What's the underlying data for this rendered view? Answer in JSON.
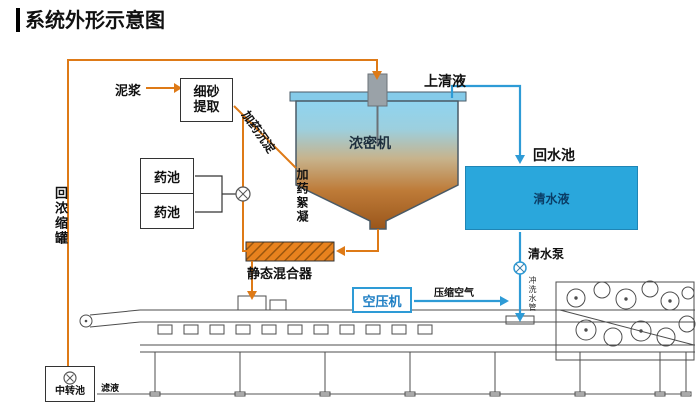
{
  "title": "系统外形示意图",
  "labels": {
    "mud": "泥浆",
    "fine_sand_extraction": "细砂提取",
    "chemical_tanks": [
      "药池",
      "药池"
    ],
    "dosing_sedimentation": "加药沉淀",
    "dosing_flocculation": "加药絮凝",
    "thickener": "浓密机",
    "supernatant": "上清液",
    "return_water_pool": "回水池",
    "clear_water": "清水液",
    "clear_water_pump": "清水泵",
    "flush_water_pipe": "冲洗水管",
    "static_mixer": "静态混合器",
    "air_compressor": "空压机",
    "compressed_air": "压缩空气",
    "return_to_thickener": "回浓缩罐",
    "transfer_pool": "中转池",
    "filtrate": "滤液"
  },
  "colors": {
    "slurry_line": "#DE7A17",
    "water_line": "#2E9BD6",
    "pool_fill": "#2AA7DC",
    "machine_line": "#4d4d4d"
  }
}
